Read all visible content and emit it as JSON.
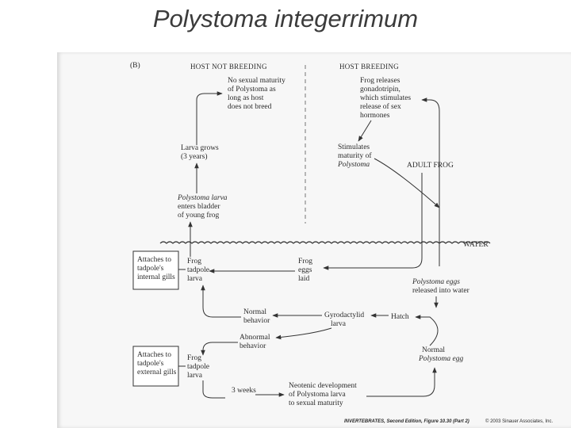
{
  "title_text": "Polystoma integerrimum",
  "panel_label": "(B)",
  "headers": {
    "left": "HOST NOT BREEDING",
    "right": "HOST BREEDING"
  },
  "water_label": "WATER",
  "nodes": {
    "no_sexual_maturity": [
      "No sexual maturity",
      "of Polystoma as",
      "long as host",
      "does not breed"
    ],
    "frog_releases": [
      "Frog releases",
      "gonadotripin,",
      "which stimulates",
      "release of sex",
      "hormones"
    ],
    "larva_grows": [
      "Larva grows",
      "(3 years)"
    ],
    "stimulates_maturity": [
      "Stimulates",
      "maturity of",
      "Polystoma"
    ],
    "adult_frog": "ADULT FROG",
    "polystoma_larva_enters": [
      "Polystoma larva",
      "enters bladder",
      "of young frog"
    ],
    "attaches_internal": [
      "Attaches to",
      "tadpole's",
      "internal gills"
    ],
    "frog_tadpole_larva_1": [
      "Frog",
      "tadpole",
      "larva"
    ],
    "frog_eggs_laid": [
      "Frog",
      "eggs",
      "laid"
    ],
    "polystoma_eggs_released": [
      "Polystoma eggs",
      "released into water"
    ],
    "normal_behavior": [
      "Normal",
      "behavior"
    ],
    "gyrodactylid_larva": [
      "Gyrodactylid",
      "larva"
    ],
    "hatch": "Hatch",
    "abnormal_behavior": [
      "Abnormal",
      "behavior"
    ],
    "attaches_external": [
      "Attaches to",
      "tadpole's",
      "external gills"
    ],
    "frog_tadpole_larva_2": [
      "Frog",
      "tadpole",
      "larva"
    ],
    "normal_polystoma_egg": [
      "Normal",
      "Polystoma egg"
    ],
    "three_weeks": "3 weeks",
    "neotenic_development": [
      "Neotenic development",
      "of Polystoma larva",
      "to sexual maturity"
    ]
  },
  "credit": {
    "source": "INVERTEBRATES, Second Edition, Figure 10.30 (Part 2)",
    "copyright": "© 2003 Sinauer Associates, Inc."
  }
}
